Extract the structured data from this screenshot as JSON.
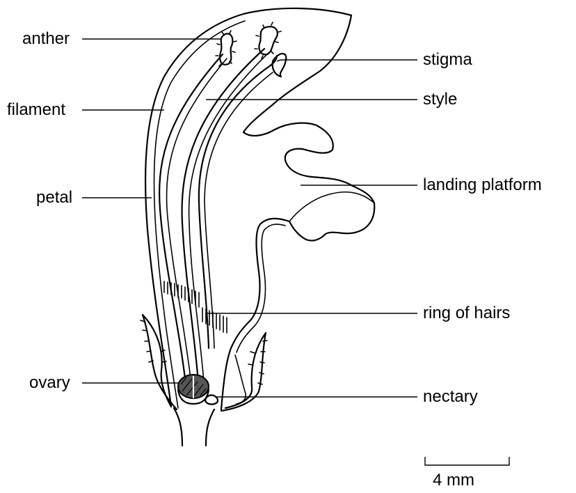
{
  "labels": {
    "anther": "anther",
    "filament": "filament",
    "petal": "petal",
    "ovary": "ovary",
    "stigma": "stigma",
    "style": "style",
    "landing_platform": "landing platform",
    "ring_of_hairs": "ring of hairs",
    "nectary": "nectary"
  },
  "scale_bar": {
    "label": "4 mm"
  }
}
